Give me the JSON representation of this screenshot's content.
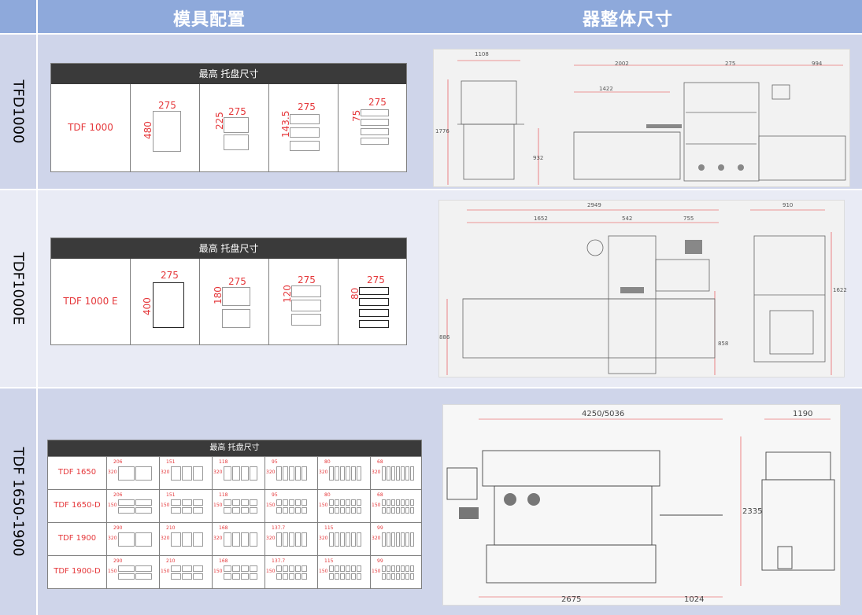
{
  "header": {
    "left_title": "模具配置",
    "right_title": "器整体尺寸"
  },
  "sections": [
    {
      "label": "TFD1000",
      "table_title": "最高 托盘尺寸",
      "model": "TDF 1000",
      "configs": [
        {
          "w": "275",
          "h": "480"
        },
        {
          "w": "275",
          "h": "225"
        },
        {
          "w": "275",
          "h": "143.5"
        },
        {
          "w": "275",
          "h": "75"
        }
      ],
      "drawing_dims": [
        "1108",
        "2002",
        "275",
        "994",
        "1422",
        "1776",
        "932"
      ]
    },
    {
      "label": "TDF1000E",
      "table_title": "最高 托盘尺寸",
      "model": "TDF 1000 E",
      "configs": [
        {
          "w": "275",
          "h": "400"
        },
        {
          "w": "275",
          "h": "180"
        },
        {
          "w": "275",
          "h": "120"
        },
        {
          "w": "275",
          "h": "80"
        }
      ],
      "drawing_dims": [
        "2949",
        "910",
        "1652",
        "542",
        "755",
        "886",
        "858",
        "1622"
      ]
    },
    {
      "label": "TDF 1650-1900",
      "table_title": "最高 托盘尺寸",
      "models": [
        "TDF 1650",
        "TDF 1650-D",
        "TDF 1900",
        "TDF 1900-D"
      ],
      "grid_dims": [
        [
          [
            "206",
            "320"
          ],
          [
            "151",
            "320"
          ],
          [
            "118",
            "320"
          ],
          [
            "95",
            "320"
          ],
          [
            "80",
            "320"
          ],
          [
            "68",
            "320"
          ]
        ],
        [
          [
            "206",
            "150"
          ],
          [
            "151",
            "150"
          ],
          [
            "118",
            "150"
          ],
          [
            "95",
            "150"
          ],
          [
            "80",
            "150"
          ],
          [
            "68",
            "150"
          ]
        ],
        [
          [
            "290",
            "320"
          ],
          [
            "210",
            "320"
          ],
          [
            "168",
            "320"
          ],
          [
            "137.7",
            "320"
          ],
          [
            "115",
            "320"
          ],
          [
            "99",
            "320"
          ]
        ],
        [
          [
            "290",
            "150"
          ],
          [
            "210",
            "150"
          ],
          [
            "168",
            "150"
          ],
          [
            "137.7",
            "150"
          ],
          [
            "115",
            "150"
          ],
          [
            "99",
            "150"
          ]
        ]
      ],
      "drawing_dims": [
        "4250/5036",
        "1190",
        "2335",
        "2675",
        "1024"
      ]
    }
  ]
}
